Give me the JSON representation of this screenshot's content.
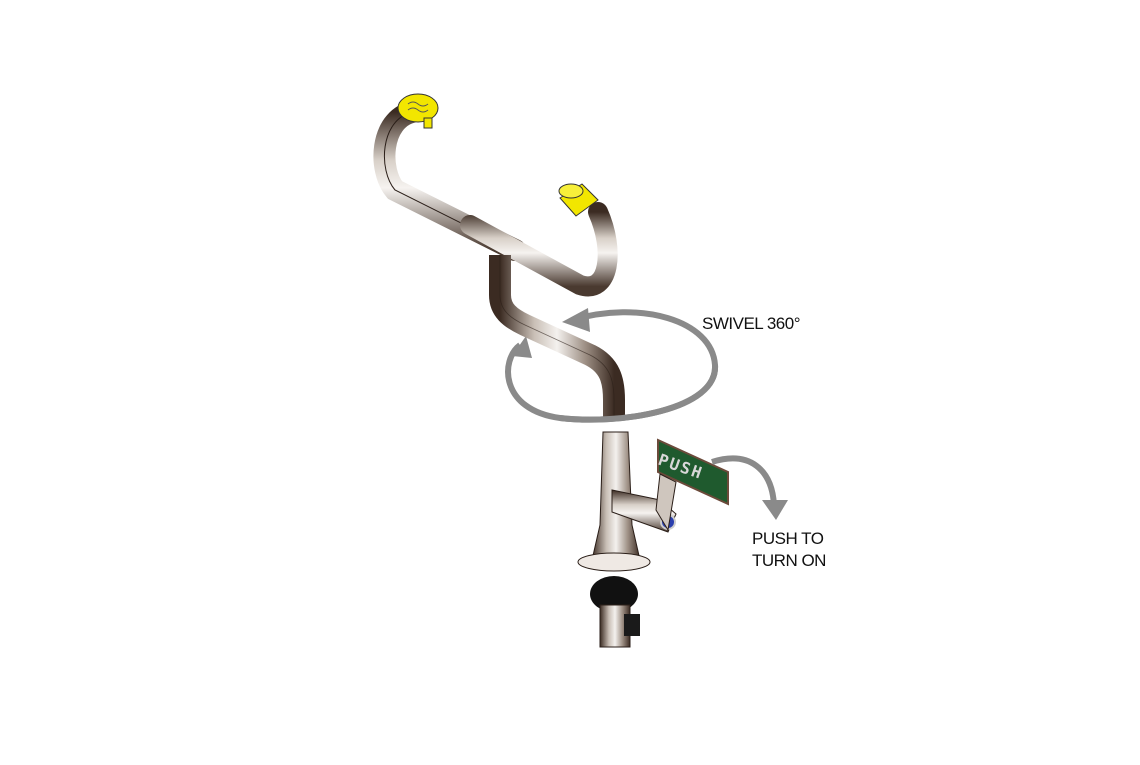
{
  "diagram": {
    "subject": "swivel eyewash faucet",
    "annotations": {
      "swivel": "SWIVEL 360°",
      "push_line1": "PUSH TO",
      "push_line2": "TURN ON"
    },
    "handle_plate_text": "PUSH",
    "colors": {
      "background": "#ffffff",
      "arrow_grey": "#8a8a8a",
      "sprayhead_yellow": "#f2e600",
      "handle_plate_green": "#1f5a2e",
      "chrome_light": "#e8e4e0",
      "chrome_dark": "#4a3a30",
      "text": "#111111"
    }
  }
}
